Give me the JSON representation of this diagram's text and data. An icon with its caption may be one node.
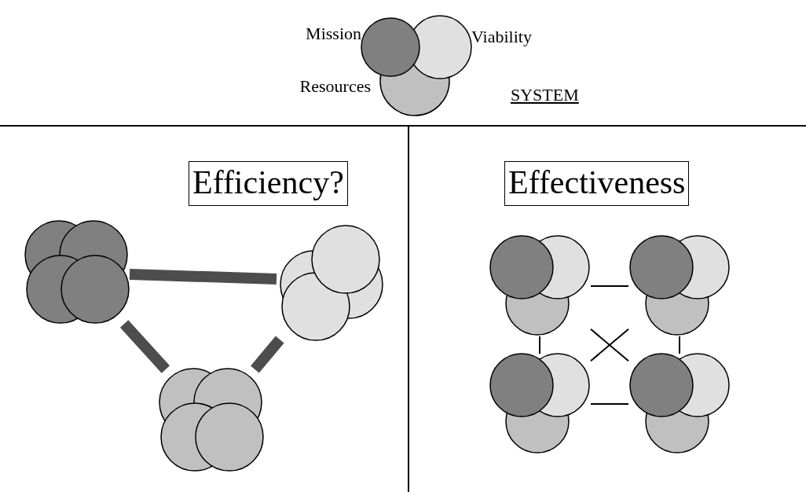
{
  "diagram": {
    "nodes": [
      {
        "text": [
          "Efficiency?"
        ]
      },
      {
        "text": [
          "Effectiveness"
        ]
      },
      {
        "text": [],
        "shape": "circle"
      },
      {
        "text": [],
        "shape": "circle"
      },
      {
        "text": [],
        "shape": "circle"
      },
      {
        "text": [],
        "shape": "circle"
      },
      {
        "text": [],
        "shape": "circle"
      },
      {
        "text": [],
        "shape": "circle"
      },
      {
        "text": [],
        "shape": "circle"
      }
    ],
    "edges": [
      {
        "from": 2,
        "to": 3,
        "arrow": "none",
        "style": "thick",
        "color": "#4d4d4d"
      },
      {
        "from": 2,
        "to": 4,
        "arrow": "none",
        "style": "thick",
        "color": "#4d4d4d"
      },
      {
        "from": 3,
        "to": 4,
        "arrow": "none",
        "style": "thick",
        "color": "#4d4d4d"
      },
      {
        "from": 5,
        "to": 6,
        "arrow": "none"
      },
      {
        "from": 5,
        "to": 7,
        "arrow": "none"
      },
      {
        "from": 6,
        "to": 8,
        "arrow": "none"
      },
      {
        "from": 7,
        "to": 8,
        "arrow": "none"
      },
      {
        "from": 5,
        "to": 8,
        "arrow": "none"
      },
      {
        "from": 6,
        "to": 7,
        "arrow": "none"
      }
    ],
    "labels": [
      "Mission",
      "Viability",
      "Resources",
      "SYSTEM"
    ]
  }
}
